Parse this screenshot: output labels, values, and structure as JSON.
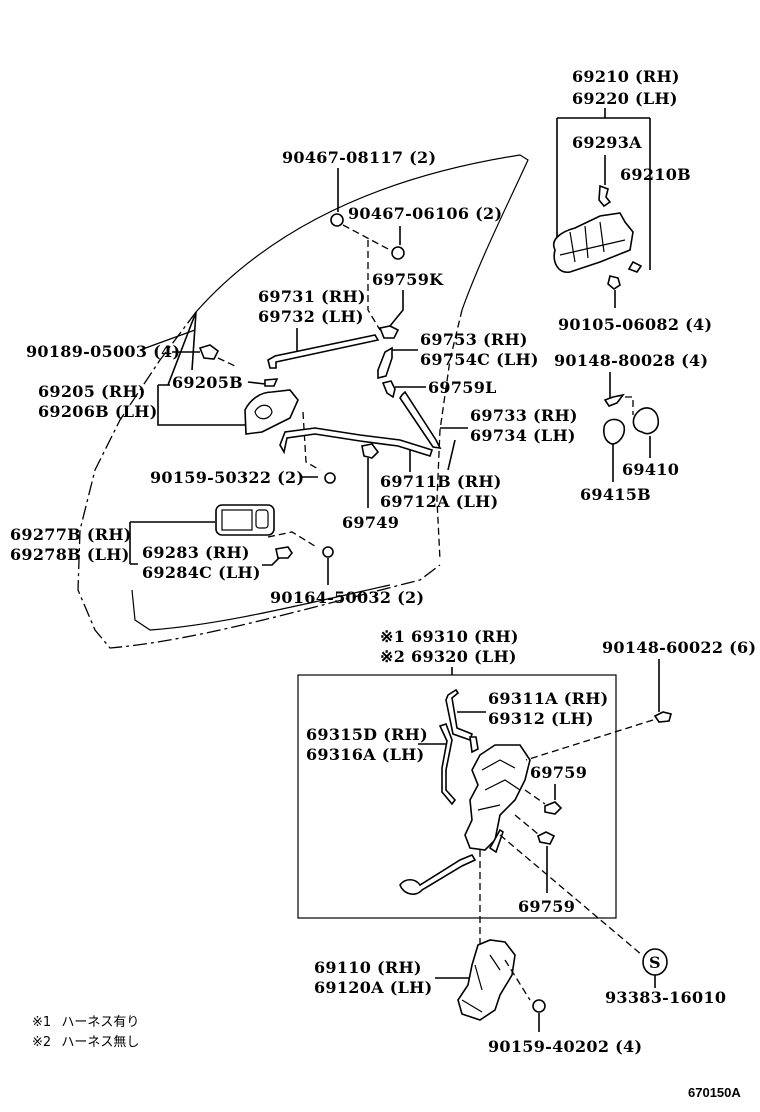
{
  "diagram": {
    "title": "Front Door Lock & Handle Parts Diagram",
    "reference_code": "670150A",
    "notes": [
      {
        "mark": "※1",
        "text": "ハーネス有り"
      },
      {
        "mark": "※2",
        "text": "ハーネス無し"
      }
    ],
    "callouts": {
      "outer_handle": {
        "line1": "69210 (RH)",
        "line2": "69220 (LH)"
      },
      "outer_handle_pad": "69293A",
      "outer_handle_sub": "69210B",
      "outer_handle_bolt": "90105-06082 (4)",
      "clip_08117": "90467-08117 (2)",
      "clip_06106": "90467-06106 (2)",
      "clip_69759K": "69759K",
      "rod_69731": {
        "line1": "69731 (RH)",
        "line2": "69732 (LH)"
      },
      "bolt_05003": "90189-05003 (4)",
      "inner_handle": {
        "line1": "69205   (RH)",
        "line2": "69206B (LH)"
      },
      "inner_handle_pad": "69205B",
      "lever_69753": {
        "line1": "69753   (RH)",
        "line2": "69754C (LH)"
      },
      "clip_69759L": "69759L",
      "rod_69733": {
        "line1": "69733 (RH)",
        "line2": "69734 (LH)"
      },
      "screw_80028": "90148-80028 (4)",
      "cover_69410": "69410",
      "cover_69415B": "69415B",
      "screw_50322": "90159-50322 (2)",
      "rod_69711B": {
        "line1": "69711B (RH)",
        "line2": "69712A (LH)"
      },
      "clip_69749": "69749",
      "bezel_69277B": {
        "line1": "69277B (RH)",
        "line2": "69278B (LH)"
      },
      "cover_69283": {
        "line1": "69283   (RH)",
        "line2": "69284C (LH)"
      },
      "screw_50032": "90164-50032 (2)",
      "lock_assy": {
        "line1": "※1 69310 (RH)",
        "line2": "※2 69320 (LH)"
      },
      "screw_60022": "90148-60022 (6)",
      "rod_69311A": {
        "line1": "69311A (RH)",
        "line2": "69312   (LH)"
      },
      "rod_69315D": {
        "line1": "69315D (RH)",
        "line2": "69316A (LH)"
      },
      "clip_69759_upper": "69759",
      "clip_69759_lower": "69759",
      "sealant_symbol": "S",
      "sealant_93383": "93383-16010",
      "cylinder": {
        "line1": "69110   (RH)",
        "line2": "69120A (LH)"
      },
      "screw_40202": "90159-40202 (4)"
    }
  }
}
